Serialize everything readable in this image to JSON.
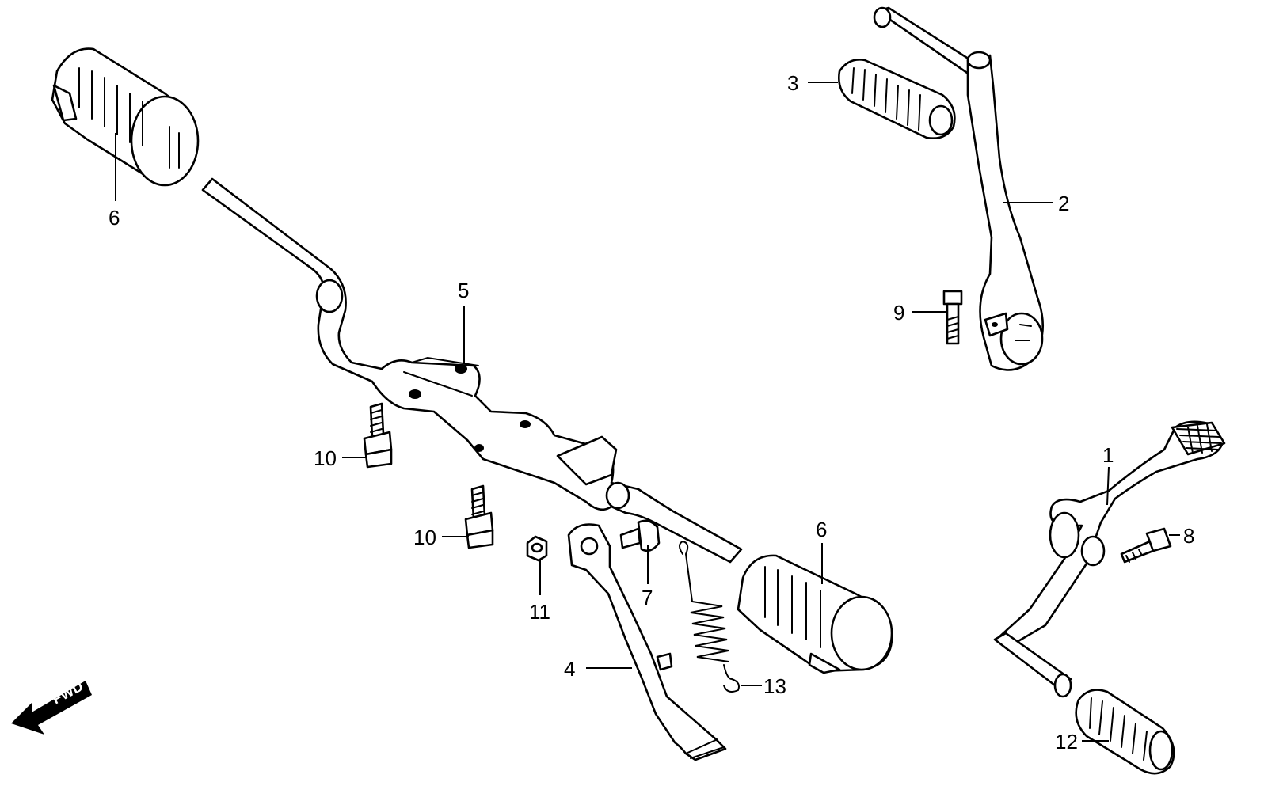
{
  "callouts": [
    {
      "id": "6a",
      "text": "6"
    },
    {
      "id": "3",
      "text": "3"
    },
    {
      "id": "2",
      "text": "2"
    },
    {
      "id": "9",
      "text": "9"
    },
    {
      "id": "5",
      "text": "5"
    },
    {
      "id": "10a",
      "text": "10"
    },
    {
      "id": "10b",
      "text": "10"
    },
    {
      "id": "11",
      "text": "11"
    },
    {
      "id": "7",
      "text": "7"
    },
    {
      "id": "6b",
      "text": "6"
    },
    {
      "id": "4",
      "text": "4"
    },
    {
      "id": "13",
      "text": "13"
    },
    {
      "id": "1",
      "text": "1"
    },
    {
      "id": "8",
      "text": "8"
    },
    {
      "id": "12",
      "text": "12"
    }
  ],
  "direction_marker": {
    "text": "FWD"
  }
}
